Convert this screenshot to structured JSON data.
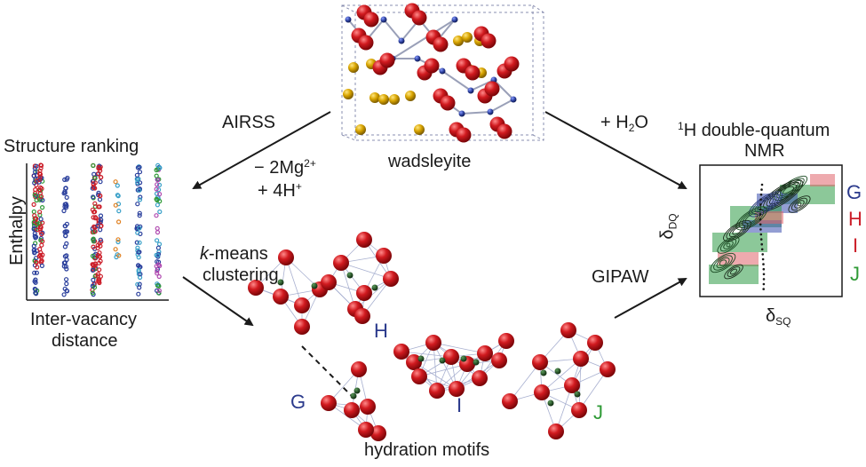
{
  "title_top": "wadsleyite",
  "left_arrow": {
    "method": "AIRSS",
    "reaction_line1_prefix": "− 2Mg",
    "reaction_line1_sup": "2+",
    "reaction_line2_prefix": "+ 4H",
    "reaction_line2_sup": "+"
  },
  "right_arrow": {
    "label_prefix": "+ H",
    "label_sub": "2",
    "label_suffix": "O"
  },
  "ranking": {
    "title": "Structure ranking",
    "ylabel": "Enthalpy",
    "xlabel_line1": "Inter-vacancy",
    "xlabel_line2": "distance"
  },
  "clustering": {
    "line1_italic": "k",
    "line1_rest": "-means",
    "line2": "clustering"
  },
  "gipaw": "GIPAW",
  "nmr": {
    "title_sup": "1",
    "title_line1_rest": "H double-quantum",
    "title_line2": "NMR",
    "ylabel_main": "δ",
    "ylabel_sub": "DQ",
    "xlabel_main": "δ",
    "xlabel_sub": "SQ",
    "legend": [
      {
        "label": "G",
        "color": "#2b3a8c"
      },
      {
        "label": "H",
        "color": "#cc1f2a"
      },
      {
        "label": "I",
        "color": "#cc1f2a"
      },
      {
        "label": "J",
        "color": "#2e9a35"
      }
    ]
  },
  "motifs": {
    "caption": "hydration motifs",
    "labels": [
      {
        "label": "G",
        "color": "#2b3a8c"
      },
      {
        "label": "H",
        "color": "#2b3a8c"
      },
      {
        "label": "I",
        "color": "#2b3a8c"
      },
      {
        "label": "J",
        "color": "#2e9a35"
      }
    ]
  },
  "colors": {
    "oxygen": "#d11a1f",
    "magnesium": "#d8a400",
    "silicon": "#2a3f9c",
    "hydrogen": "#1d4a1d",
    "green_box": "#2e9a46",
    "red_box": "#e0646b",
    "blue_box": "#3a4fae"
  }
}
